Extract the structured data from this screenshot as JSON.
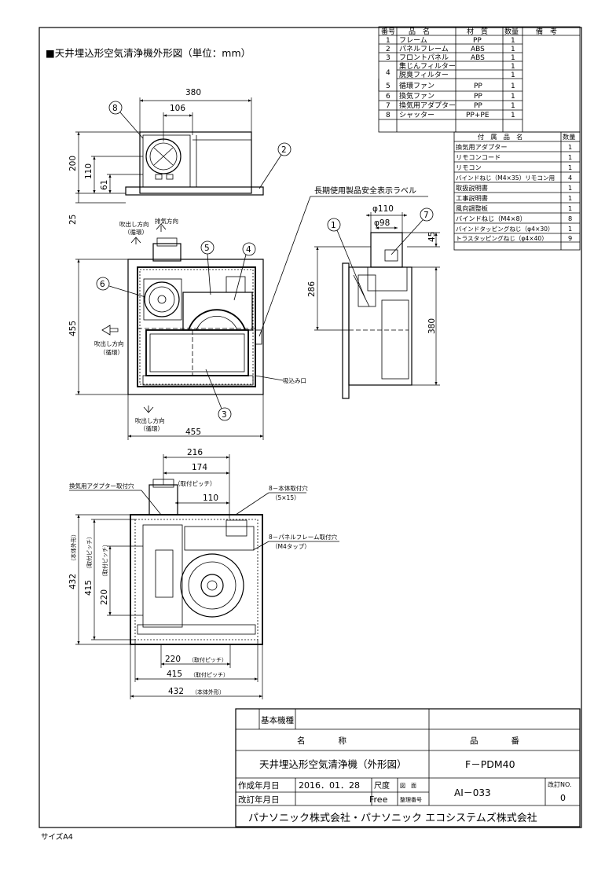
{
  "title": "■天井埋込形空気清浄機外形図（単位：mm）",
  "size_note": "サイズA4",
  "parts_table": {
    "headers": [
      "番号",
      "品　名",
      "材　質",
      "数量",
      "備　考"
    ],
    "rows": [
      {
        "no": "1",
        "name": "フレーム",
        "material": "PP",
        "qty": "1"
      },
      {
        "no": "2",
        "name": "パネルフレーム",
        "material": "ABS",
        "qty": "1"
      },
      {
        "no": "3",
        "name": "フロントパネル",
        "material": "ABS",
        "qty": "1"
      },
      {
        "no": "4",
        "name": "集じんフィルター",
        "material": "",
        "qty": "1"
      },
      {
        "no": "",
        "name": "脱臭フィルター",
        "material": "",
        "qty": "1"
      },
      {
        "no": "5",
        "name": "循環ファン",
        "material": "PP",
        "qty": "1"
      },
      {
        "no": "6",
        "name": "換気ファン",
        "material": "PP",
        "qty": "1"
      },
      {
        "no": "7",
        "name": "換気用アダプター",
        "material": "PP",
        "qty": "1"
      },
      {
        "no": "8",
        "name": "シャッター",
        "material": "PP+PE",
        "qty": "1"
      }
    ]
  },
  "accessory_table": {
    "headers": [
      "付　属　品　名",
      "数量"
    ],
    "rows": [
      {
        "name": "換気用アダプター",
        "qty": "1"
      },
      {
        "name": "リモコンコード",
        "qty": "1"
      },
      {
        "name": "リモコン",
        "qty": "1"
      },
      {
        "name": "バインドねじ（M4×35）リモコン用",
        "qty": "4"
      },
      {
        "name": "取扱説明書",
        "qty": "1"
      },
      {
        "name": "工事説明書",
        "qty": "1"
      },
      {
        "name": "風向調整板",
        "qty": "1"
      },
      {
        "name": "バインドねじ（M4×8）",
        "qty": "8"
      },
      {
        "name": "バインドタッピングねじ（φ4×30）",
        "qty": "1"
      },
      {
        "name": "トラスタッピングねじ（φ4×40）",
        "qty": "9"
      }
    ]
  },
  "dims": {
    "d380": "380",
    "d106": "106",
    "d200": "200",
    "d110v": "110",
    "d61": "61",
    "d25": "25",
    "d455h": "455",
    "d455v": "455",
    "phi110": "φ110",
    "phi98": "φ98",
    "d45": "45",
    "d286": "286",
    "d380v": "380",
    "d216": "216",
    "d174": "174",
    "d110b": "110",
    "d432v": "432",
    "d415v": "415",
    "d220v": "220",
    "d220h": "220",
    "d415h": "415",
    "d432h": "432",
    "mount_pitch": "（取付ピッチ）",
    "body_outer": "（本体外形）",
    "body_outer_v": "（本体外形）",
    "pitch_v1": "（取付ピッチ）",
    "pitch_v2": "（取付ピッチ）",
    "pitch_h1": "（取付ピッチ）",
    "pitch_h2": "（取付ピッチ）",
    "body_outer_h": "（本体外形）"
  },
  "labels": {
    "balloons": [
      "1",
      "2",
      "3",
      "4",
      "5",
      "6",
      "7",
      "8"
    ],
    "exhaust_dir": "排気方向",
    "blow_dir_top_1": "吹出し方向",
    "blow_dir_top_2": "（循環）",
    "blow_dir_left_1": "吹出し方向",
    "blow_dir_left_2": "（循環）",
    "blow_dir_bottom_1": "吹出し方向",
    "blow_dir_bottom_2": "（循環）",
    "intake": "吸込み口",
    "safety_label": "長期使用製品安全表示ラベル",
    "adapter_hole": "換気用アダプター取付穴",
    "body_hole_1": "8－本体取付穴",
    "body_hole_2": "（5×15）",
    "panel_hole_1": "8－パネルフレーム取付穴",
    "panel_hole_2": "（M4タップ）"
  },
  "title_block": {
    "model_label": "基本機種",
    "name_header": "名　　　　称",
    "part_no_header": "品　　　　番",
    "name": "天井埋込形空気清浄機（外形図）",
    "part_no": "F－PDM40",
    "created_label": "作成年月日",
    "created_date": "2016．01．28",
    "scale_label": "尺度",
    "scale": "Free",
    "drawing_label_1": "図　面",
    "drawing_label_2": "整理番号",
    "drawing_no": "AI－033",
    "revision_no_label": "改訂NO.",
    "revision_no": "0",
    "revised_label": "改訂年月日",
    "company": "パナソニック株式会社・パナソニック エコシステムズ株式会社"
  }
}
